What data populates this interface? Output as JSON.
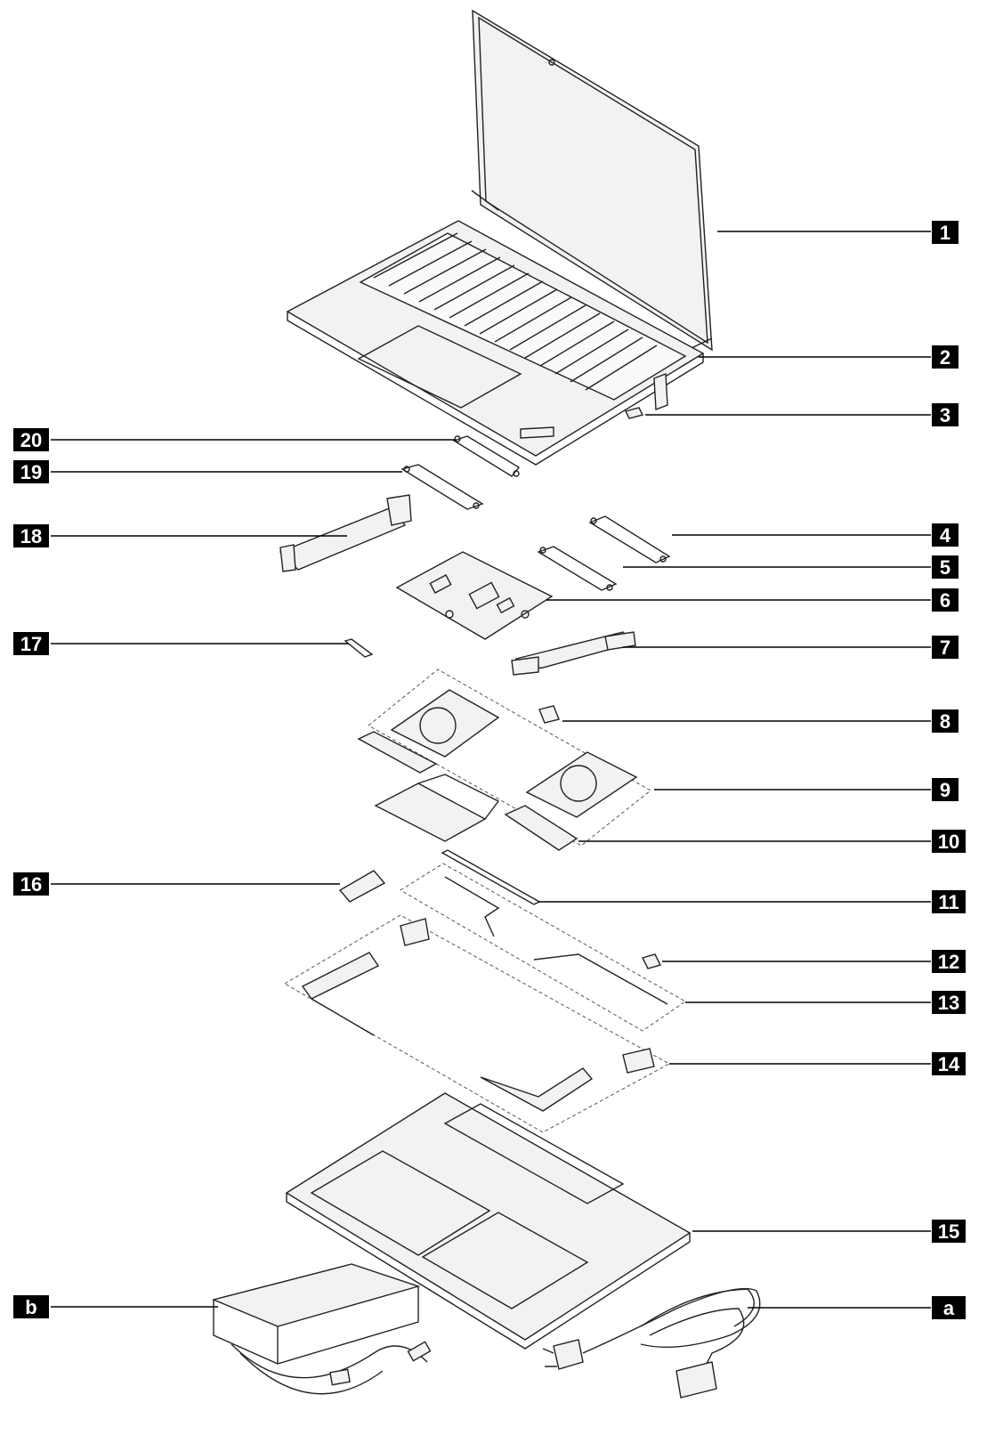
{
  "callouts": [
    {
      "id": "1",
      "label": "1",
      "part": "lcd-assembly"
    },
    {
      "id": "2",
      "label": "2",
      "part": "keyboard-bezel"
    },
    {
      "id": "3",
      "label": "3",
      "part": "fingerprint-reader"
    },
    {
      "id": "4",
      "label": "4",
      "part": "cable"
    },
    {
      "id": "5",
      "label": "5",
      "part": "cable"
    },
    {
      "id": "6",
      "label": "6",
      "part": "system-board"
    },
    {
      "id": "7",
      "label": "7",
      "part": "io-board"
    },
    {
      "id": "8",
      "label": "8",
      "part": "small-bracket"
    },
    {
      "id": "9",
      "label": "9",
      "part": "fan-assembly"
    },
    {
      "id": "10",
      "label": "10",
      "part": "thermal-module"
    },
    {
      "id": "11",
      "label": "11",
      "part": "antenna-cable"
    },
    {
      "id": "12",
      "label": "12",
      "part": "small-clip"
    },
    {
      "id": "13",
      "label": "13",
      "part": "flex-cable-set"
    },
    {
      "id": "14",
      "label": "14",
      "part": "speaker-assembly"
    },
    {
      "id": "15",
      "label": "15",
      "part": "base-cover-battery"
    },
    {
      "id": "16",
      "label": "16",
      "part": "ssd"
    },
    {
      "id": "17",
      "label": "17",
      "part": "small-cable"
    },
    {
      "id": "18",
      "label": "18",
      "part": "usb-board"
    },
    {
      "id": "19",
      "label": "19",
      "part": "cable"
    },
    {
      "id": "20",
      "label": "20",
      "part": "cable"
    },
    {
      "id": "a",
      "label": "a",
      "part": "power-cord"
    },
    {
      "id": "b",
      "label": "b",
      "part": "ac-adapter"
    }
  ]
}
